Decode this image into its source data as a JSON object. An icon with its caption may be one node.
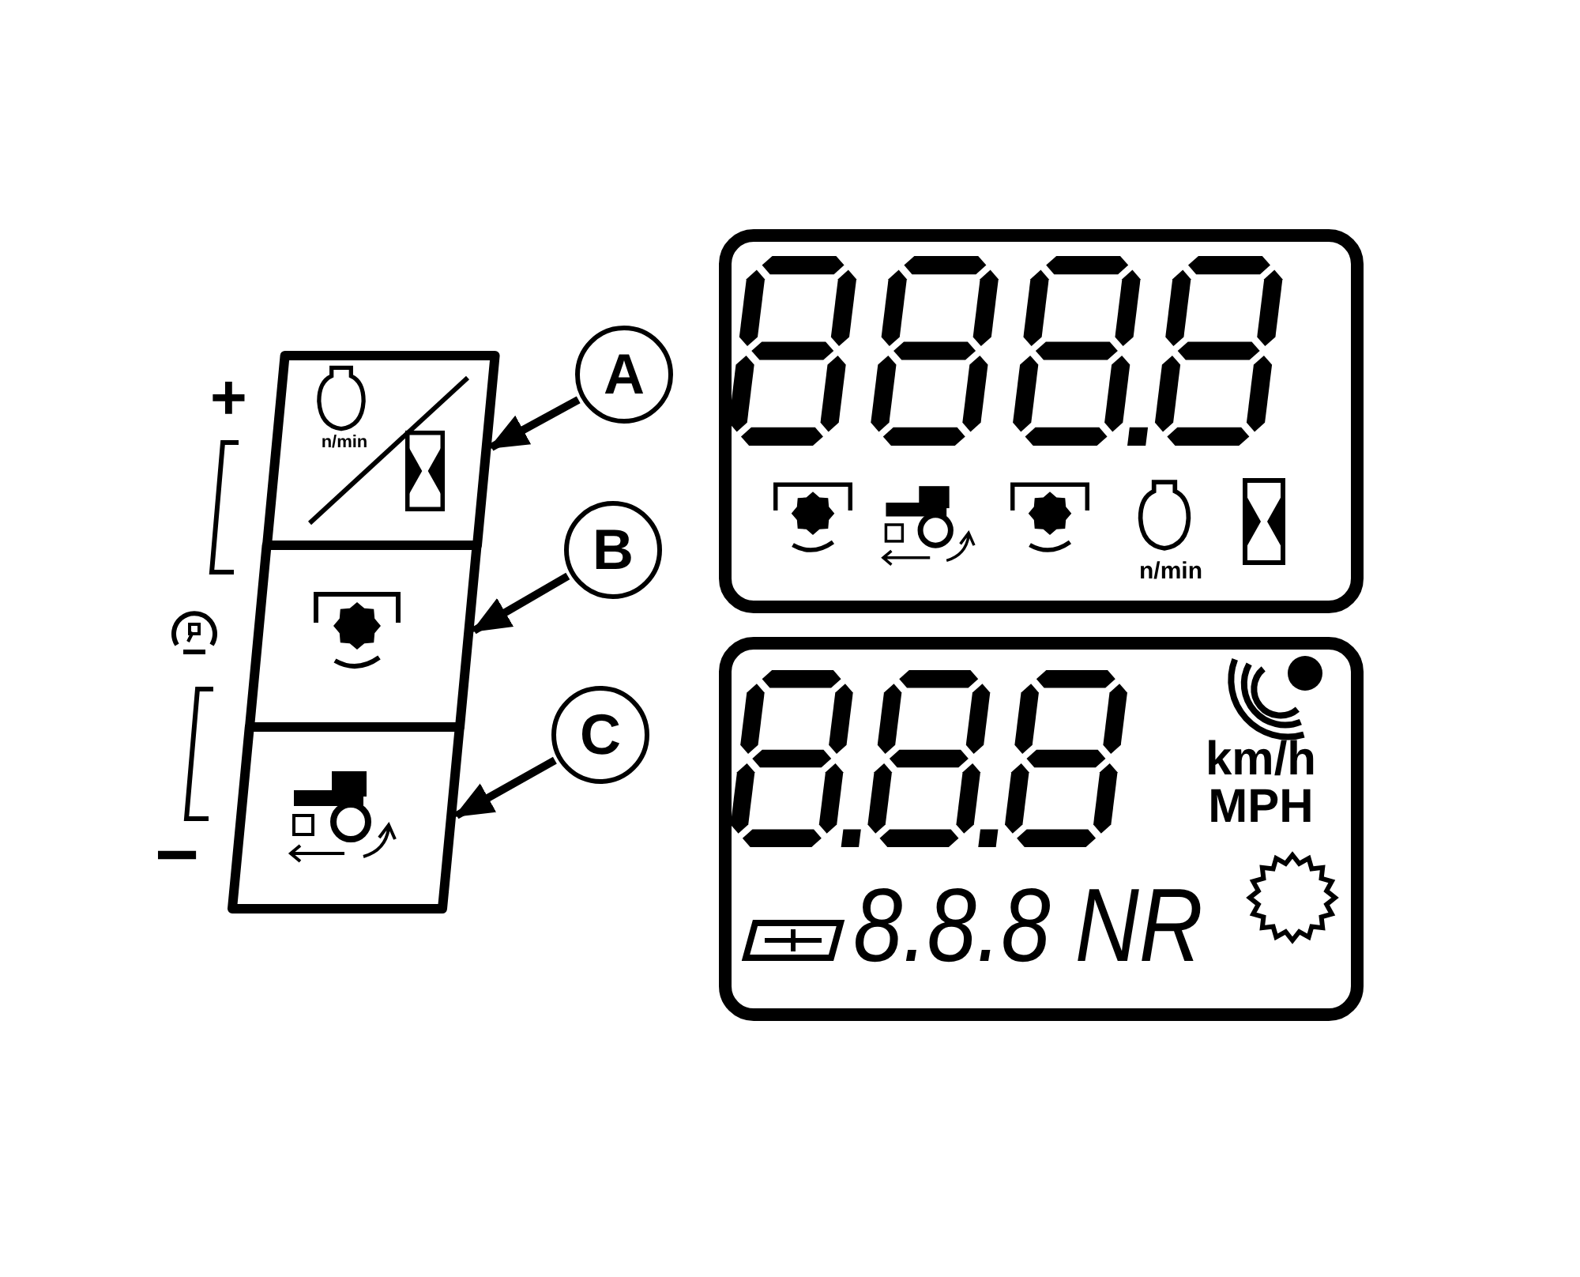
{
  "diagram": {
    "nodes": [
      {
        "text": [
          "n/min"
        ]
      },
      {
        "text": [],
        "shape": "box"
      },
      {
        "text": [],
        "shape": "box"
      },
      {
        "text": [
          "A"
        ]
      },
      {
        "text": [
          "B"
        ]
      },
      {
        "text": [
          "C"
        ]
      },
      {
        "text": [
          "n/min"
        ]
      },
      {
        "text": [
          "km/h MPH",
          "8.8.8 NR"
        ]
      }
    ],
    "edges": [
      {
        "from": 3,
        "to": 0,
        "arrow": "to"
      },
      {
        "from": 4,
        "to": 1,
        "arrow": "to"
      },
      {
        "from": 5,
        "to": 2,
        "arrow": "to"
      }
    ],
    "labels": [
      "+",
      "−"
    ]
  }
}
